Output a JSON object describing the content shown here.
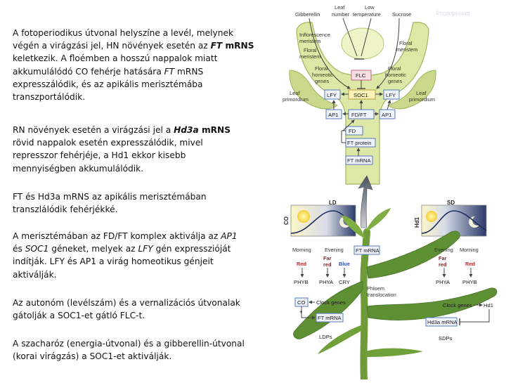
{
  "text": {
    "p1": {
      "l1": "A fotoperiodikus útvonal helyszíne a levél, melynek",
      "l2a": "végén a virágzási jel, HN növények esetén az ",
      "l2b": "FT",
      "l2c": " mRNS",
      "l3": "keletkezik. A floémben a hosszú nappalok miatt",
      "l4a": "akkumulálódó CO fehérje hatására ",
      "l4b": "FT",
      "l4c": " mRNS",
      "l5": "expresszálódik, és az apikális merisztémába",
      "l6": "transzportálódik."
    },
    "p2": {
      "l1a": "RN növények esetén a virágzási jel a ",
      "l1b": "Hd3a",
      "l1c": " mRNS",
      "l2": "rövid nappalok esetén expresszálódik, mivel",
      "l3": "represszor fehérjéje, a Hd1 ekkor kisebb",
      "l4": "mennyiségben akkumulálódik."
    },
    "p3": {
      "l1": "FT és Hd3a mRNS az apikális merisztémában",
      "l2": "transzlálódik fehérjékké."
    },
    "p4": {
      "l1a": "A merisztémában az FD/FT komplex aktiválja az ",
      "l1b": "AP1",
      "l2a": "és ",
      "l2b": "SOC1",
      "l2c": " géneket, melyek az ",
      "l2d": "LFY",
      "l2e": " gén expresszióját",
      "l3": "indítják. LFY és AP1 a virág homeotikus génjeit",
      "l4": "aktiválják."
    },
    "p5": {
      "l1": "Az autonóm (levélszám) és a vernalizációs útvonalak",
      "l2": "gátolják a SOC1-et gátló FLC-t."
    },
    "p6": {
      "l1": "A szacharóz (energia-útvonal) és a gibberellin-útvonal",
      "l2": "(korai virágzás) a SOC1-et aktiválják."
    }
  },
  "figure": {
    "top": {
      "gibberellin": "Gibberellin",
      "leaf_number_1": "Leaf",
      "leaf_number_2": "number",
      "low_temp_1": "Low",
      "low_temp_2": "temperature",
      "sucrose": "Sucrose",
      "inflorescence_1": "Inflorescence",
      "inflorescence_2": "meristem",
      "floral_meristem_l1": "Floral",
      "floral_meristem_l2": "meristem",
      "floral_meristem_r1": "Floral",
      "floral_meristem_r2": "meristem",
      "floral_hom_l1": "Floral",
      "floral_hom_l2": "homeotic",
      "floral_hom_l3": "genes",
      "floral_hom_r1": "Floral",
      "floral_hom_r2": "homeotic",
      "floral_hom_r3": "genes",
      "flc": "FLC",
      "soc1": "SOC1",
      "lfy_left": "LFY",
      "lfy_right": "LFY",
      "leaf_prim_l1": "Leaf",
      "leaf_prim_l2": "primordium",
      "leaf_prim_r1": "Leaf",
      "leaf_prim_r2": "primordium",
      "ap1_left": "AP1",
      "fdft": "FD/FT",
      "ap1_right": "AP1",
      "fd": "FD",
      "ft_protein": "FT protein",
      "ft_mrna": "FT mRNA"
    },
    "bottom": {
      "ld": "LD",
      "sd": "SD",
      "co_axis": "CO",
      "hd1_axis": "Hd1",
      "morning_l": "Morning",
      "evening_l": "Evening",
      "evening_r": "Evening",
      "morning_r": "Morning",
      "red_l": "Red",
      "far_red_l1": "Far",
      "far_red_l2": "red",
      "blue_l": "Blue",
      "far_red_r1": "Far",
      "far_red_r2": "red",
      "red_r": "Red",
      "phyb_l": "PHYB",
      "phya_l": "PHYA",
      "cry": "CRY",
      "phya_r": "PHYA",
      "phyb_r": "PHYB",
      "ft_mrna_top": "FT mRNA",
      "phloem_1": "Phloem",
      "phloem_2": "translocation",
      "co": "CO",
      "clock_genes_l": "Clock genes",
      "clock_genes_r": "Clock genes",
      "hd1": "Hd1",
      "ft_mrna_leaf": "FT mRNA",
      "hd3a_mrna": "Hd3a mRNA",
      "ldps": "LDPs",
      "sdps": "SDPs",
      "plus": "+"
    }
  },
  "colors": {
    "meristem": "#dde8a6",
    "meristem_stroke": "#9fb55a",
    "box_fill": "#eef2fa",
    "box_stroke": "#5a7ab8",
    "flc_fill": "#f6dfe3",
    "soc1_fill": "#fbf2b8",
    "leaf_green": "#5e8f32",
    "stem_green": "#6f9a3a",
    "arrow_grey": "#555d66"
  }
}
